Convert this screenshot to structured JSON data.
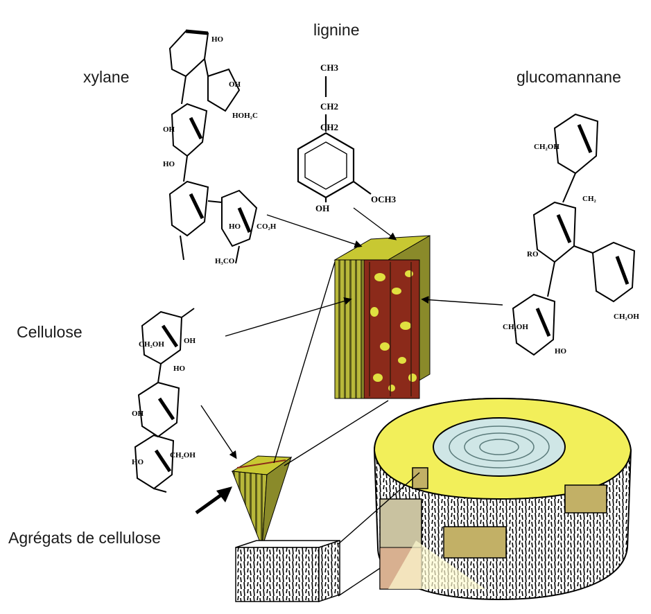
{
  "labels": {
    "lignine": "lignine",
    "xylane": "xylane",
    "glucomannane": "glucomannane",
    "cellulose": "Cellulose",
    "agregats": "Agrégats de cellulose"
  },
  "lignin_groups": {
    "ch3": "CH3",
    "ch2_a": "CH2",
    "ch2_b": "CH2",
    "och3": "OCH3",
    "oh": "OH"
  },
  "colors": {
    "fiber_yellow": "#c8c832",
    "fiber_dark": "#5a5a1a",
    "lignin_red": "#8b2a1a",
    "wood_yellow": "#f2ef5a",
    "pith_blue": "#cfe6e6",
    "line": "#000000"
  }
}
